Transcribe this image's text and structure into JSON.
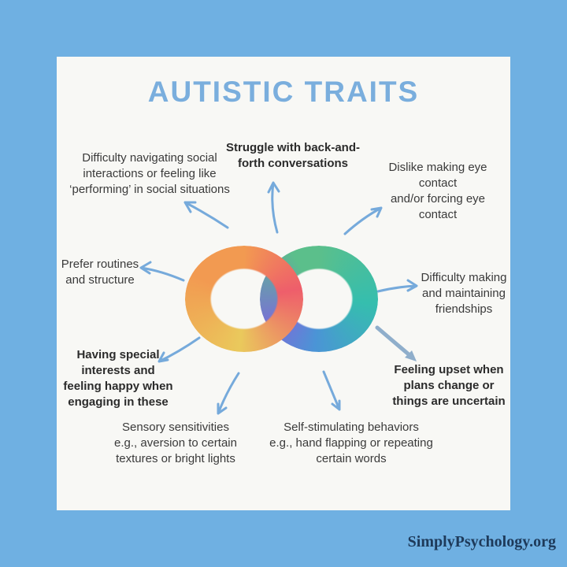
{
  "page": {
    "title": "AUTISTIC TRAITS",
    "watermark": "SimplyPsychology.org"
  },
  "colors": {
    "bg": "#6FB0E2",
    "card": "#F8F8F5",
    "title": "#7AAEDD",
    "text": "#3A3A3A",
    "textbold": "#2B2B2B",
    "arrow": "#76AADB",
    "arrow2": "#8FAECB",
    "watermark": "#1E3A5A",
    "inf_orange": "#F29A51",
    "inf_red": "#EE5E6B",
    "inf_yellow": "#EAC95C",
    "inf_green": "#5BBF8B",
    "inf_teal": "#35BEAE",
    "inf_blue": "#4B94D6",
    "inf_purple": "#7A6ED8"
  },
  "infinity": {
    "symbol": "rainbow-infinity",
    "palette": [
      "#F29A51",
      "#EE5E6B",
      "#EAC95C",
      "#5BBF8B",
      "#35BEAE",
      "#4B94D6",
      "#7A6ED8"
    ]
  },
  "traits": [
    {
      "id": "social-interactions",
      "bold": false,
      "text": "Difficulty navigating social\ninteractions or feeling like\n‘performing’ in social situations"
    },
    {
      "id": "conversations",
      "bold": true,
      "text": "Struggle with back-and-\nforth conversations"
    },
    {
      "id": "eye-contact",
      "bold": false,
      "text": "Dislike making eye contact\nand/or forcing eye contact"
    },
    {
      "id": "routines",
      "bold": false,
      "text": "Prefer routines\nand structure"
    },
    {
      "id": "friendships",
      "bold": false,
      "text": "Difficulty making\nand maintaining\nfriendships"
    },
    {
      "id": "special-interests",
      "bold": true,
      "text": "Having special\ninterests and\nfeeling happy when\nengaging in these"
    },
    {
      "id": "plans-change",
      "bold": true,
      "text": "Feeling upset when\nplans change or\nthings are uncertain"
    },
    {
      "id": "sensory",
      "bold": false,
      "text": "Sensory sensitivities\ne.g., aversion to certain\ntextures or bright lights"
    },
    {
      "id": "stimming",
      "bold": false,
      "text": "Self-stimulating behaviors\ne.g., hand flapping or repeating\ncertain words"
    }
  ]
}
